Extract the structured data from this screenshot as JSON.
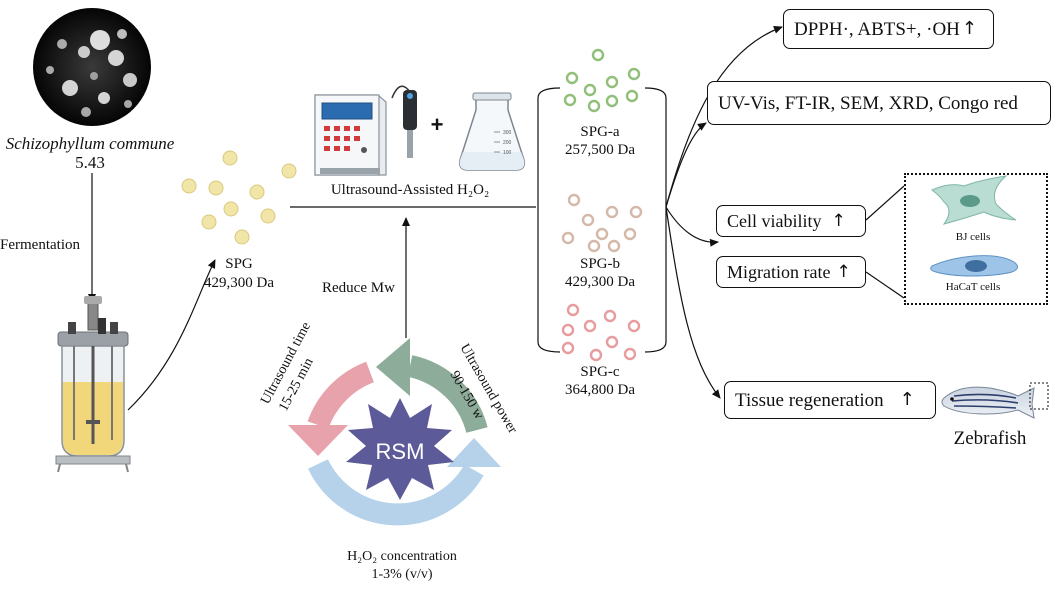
{
  "source": {
    "species": "Schizophyllum commune",
    "strain_code": "5.43",
    "process": "Fermentation"
  },
  "spg": {
    "name": "SPG",
    "mw": "429,300 Da"
  },
  "treatment": {
    "method": "Ultrasound-Assisted H₂O₂",
    "plus": "+",
    "goal": "Reduce Mw",
    "flask_marks": [
      "300",
      "200",
      "100"
    ]
  },
  "rsm": {
    "label": "RSM",
    "factors": [
      {
        "name": "Ultrasound time",
        "range": "15-25 min",
        "color": "#e8a2ab"
      },
      {
        "name": "Ultrasound power",
        "range": "90-150 w",
        "color": "#8dac99"
      },
      {
        "name": "H₂O₂ concentration",
        "range": "1-3% (v/v)",
        "color": "#b5d2ea"
      }
    ],
    "star_color": "#5c5a99"
  },
  "fractions": [
    {
      "name": "SPG-a",
      "mw": "257,500 Da",
      "color": "#8fbf78"
    },
    {
      "name": "SPG-b",
      "mw": "429,300 Da",
      "color": "#d4b8a8"
    },
    {
      "name": "SPG-c",
      "mw": "364,800 Da",
      "color": "#e79c9e"
    }
  ],
  "outcomes": {
    "antioxidant": "DPPH·, ABTS+, ·OH",
    "characterization": "UV-Vis, FT-IR, SEM, XRD, Congo red",
    "cell_viability": "Cell viability",
    "migration": "Migration rate",
    "tissue": "Tissue regeneration",
    "up_arrow": "↑"
  },
  "cells": [
    {
      "name": "BJ cells",
      "color": "#b9ddd3"
    },
    {
      "name": "HaCaT cells",
      "color": "#9ec4e8"
    }
  ],
  "organism": {
    "name": "Zebrafish"
  }
}
